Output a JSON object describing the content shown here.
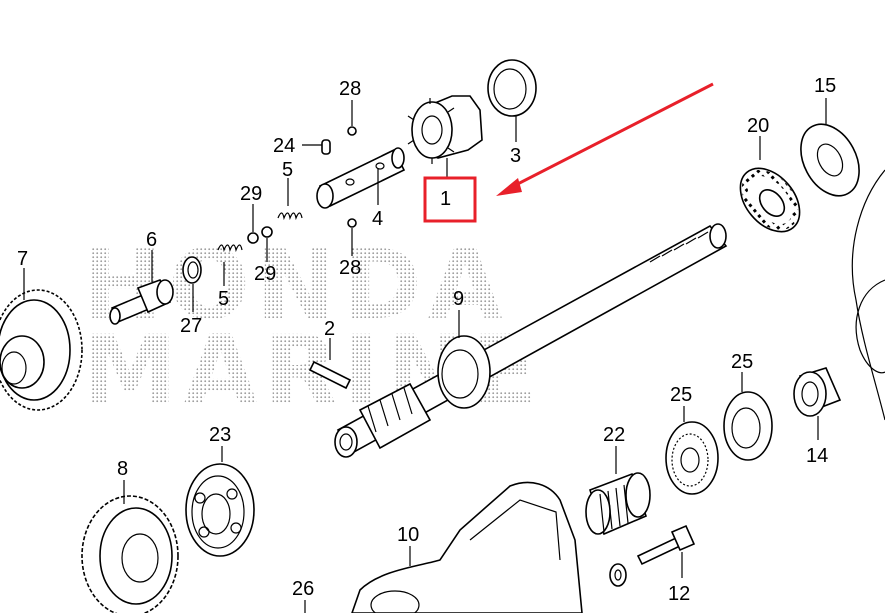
{
  "watermark": {
    "line1": "HONDA",
    "line2": "MARINE"
  },
  "highlight": {
    "label": "1",
    "color": "#e8202a"
  },
  "labels": {
    "p1": "1",
    "p2": "2",
    "p3": "3",
    "p4": "4",
    "p5a": "5",
    "p5b": "5",
    "p6": "6",
    "p7": "7",
    "p8": "8",
    "p9": "9",
    "p10": "10",
    "p12": "12",
    "p14": "14",
    "p15": "15",
    "p20": "20",
    "p22": "22",
    "p23": "23",
    "p24": "24",
    "p25a": "25",
    "p25b": "25",
    "p26": "26",
    "p27": "27",
    "p28a": "28",
    "p28b": "28",
    "p29a": "29",
    "p29b": "29"
  }
}
